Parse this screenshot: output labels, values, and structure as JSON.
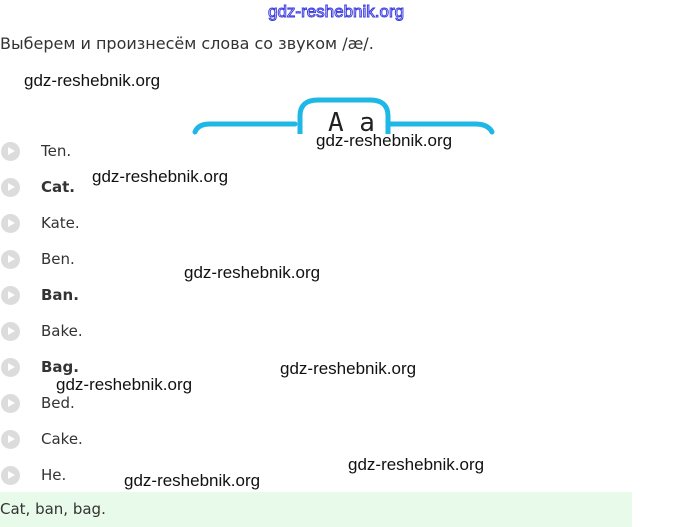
{
  "watermark_top": "gdz-reshebnik.org",
  "watermarks": [
    "gdz-reshebnik.org",
    "gdz-reshebnik.org",
    "gdz-reshebnik.org",
    "gdz-reshebnik.org",
    "gdz-reshebnik.org",
    "gdz-reshebnik.org",
    "gdz-reshebnik.org",
    "gdz-reshebnik.org"
  ],
  "task": "Выберем и произнесём слова со звуком /æ/.",
  "header_badge": "A a",
  "accent_color": "#1fb8e6",
  "items": [
    {
      "word": "Ten.",
      "bold": false
    },
    {
      "word": "Cat.",
      "bold": true
    },
    {
      "word": "Kate.",
      "bold": false
    },
    {
      "word": "Ben.",
      "bold": false
    },
    {
      "word": "Ban.",
      "bold": true
    },
    {
      "word": "Bake.",
      "bold": false
    },
    {
      "word": "Bag.",
      "bold": true
    },
    {
      "word": "Bed.",
      "bold": false
    },
    {
      "word": "Cake.",
      "bold": false
    },
    {
      "word": "He.",
      "bold": false
    }
  ],
  "answer": "Cat, ban, bag."
}
